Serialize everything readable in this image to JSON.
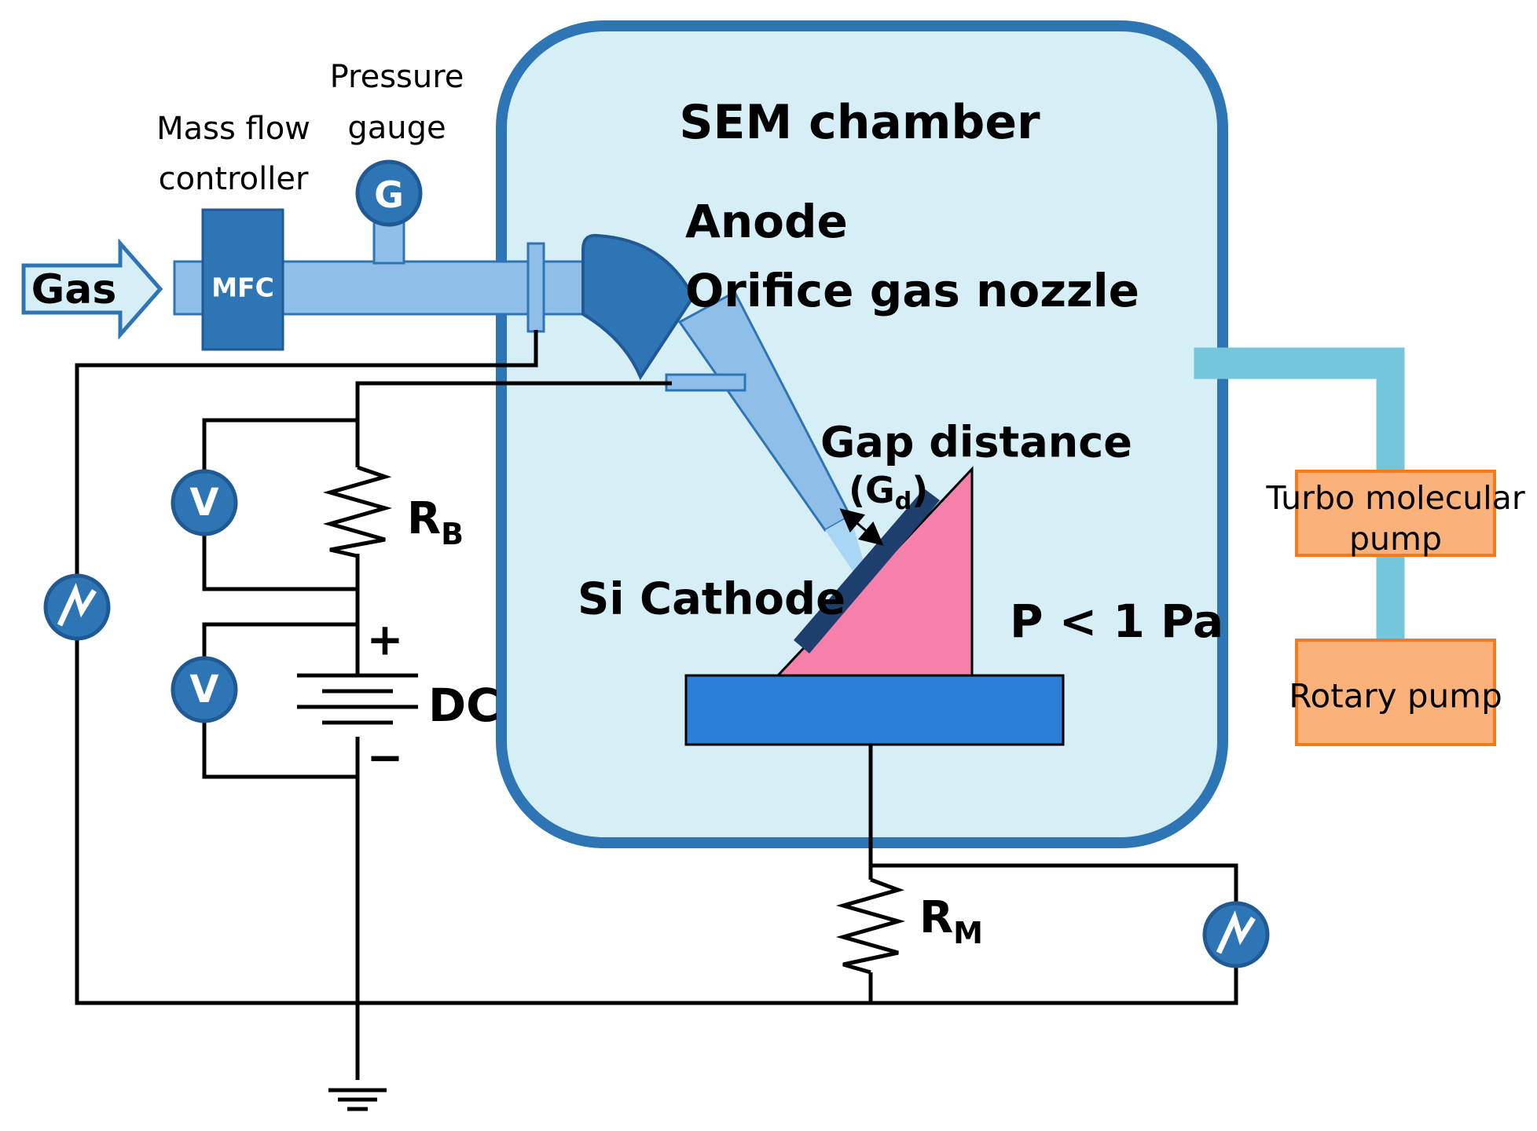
{
  "colors": {
    "chamber_fill": "#d6eef6",
    "chamber_border": "#2e75b6",
    "pipe": "#8fbfe8",
    "pipe_dark": "#2e75b6",
    "pump_pipe": "#74c6dc",
    "pump_fill": "#fbb27a",
    "pump_border": "#f47a20",
    "cathode": "#1e3f6e",
    "tip": "#f67fac",
    "stage": "#2a7fd6",
    "meter": "#2e75b6"
  },
  "labels": {
    "gas": "Gas",
    "mfc_line1": "Mass flow",
    "mfc_line2": "controller",
    "mfc_box": "MFC",
    "pressure_line1": "Pressure",
    "pressure_line2": "gauge",
    "gauge_symbol": "G",
    "chamber_title": "SEM chamber",
    "anode": "Anode",
    "nozzle": "Orifice gas nozzle",
    "gap_distance": "Gap distance",
    "gap_symbol": "(G",
    "gap_sub": "d",
    "gap_close": ")",
    "cathode": "Si Cathode",
    "pressure_cond": "P < 1 Pa",
    "turbo_line1": "Turbo molecular",
    "turbo_line2": "pump",
    "rotary": "Rotary  pump",
    "rb_main": "R",
    "rb_sub": "B",
    "rm_main": "R",
    "rm_sub": "M",
    "dc": "DC",
    "plus": "+",
    "minus": "−",
    "voltmeter": "V"
  },
  "icons": [
    "gas-arrow-icon",
    "pressure-gauge-icon",
    "voltmeter-icon",
    "ammeter-icon",
    "resistor-icon",
    "battery-icon",
    "ground-icon"
  ]
}
